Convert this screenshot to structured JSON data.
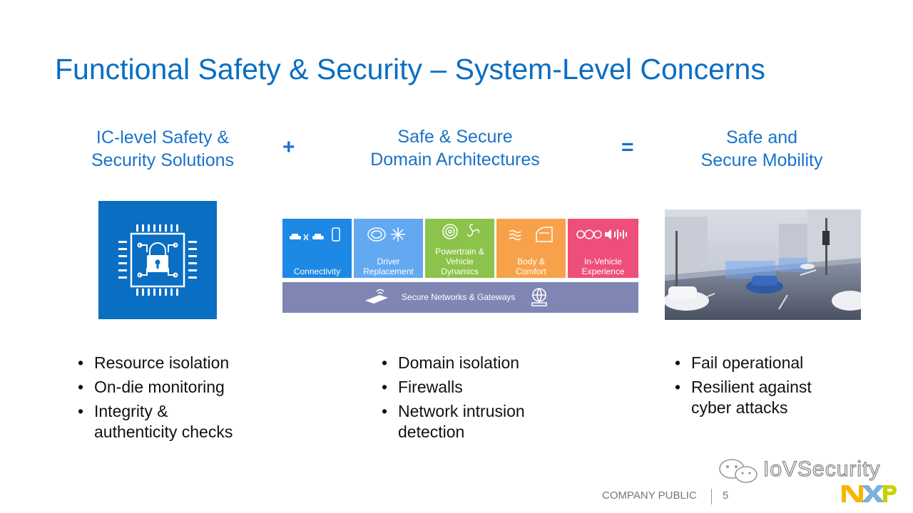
{
  "title": "Functional Safety & Security – System-Level Concerns",
  "columns": [
    {
      "line1": "IC-level Safety &",
      "line2": "Security Solutions",
      "bullets": [
        {
          "l1": "Resource isolation",
          "l2": ""
        },
        {
          "l1": "On-die monitoring",
          "l2": ""
        },
        {
          "l1": "Integrity &",
          "l2": "authenticity checks"
        }
      ]
    },
    {
      "line1": "Safe & Secure",
      "line2": "Domain Architectures",
      "bullets": [
        {
          "l1": "Domain isolation",
          "l2": ""
        },
        {
          "l1": "Firewalls",
          "l2": ""
        },
        {
          "l1": "Network intrusion",
          "l2": "detection"
        }
      ]
    },
    {
      "line1": "Safe and",
      "line2": "Secure Mobility",
      "bullets": [
        {
          "l1": "Fail operational",
          "l2": ""
        },
        {
          "l1": "Resilient against",
          "l2": "cyber attacks"
        }
      ]
    }
  ],
  "operators": {
    "plus": "+",
    "equals": "="
  },
  "domains": [
    {
      "l1": "Connectivity",
      "l2": "",
      "l3": "",
      "color": "#1e88e5",
      "icon": "cars-connectivity-icon"
    },
    {
      "l1": "Driver",
      "l2": "Replacement",
      "l3": "",
      "color": "#63a9f2",
      "icon": "sensor-radar-icon"
    },
    {
      "l1": "Powertrain &",
      "l2": "Vehicle",
      "l3": "Dynamics",
      "color": "#8cc34a",
      "icon": "fan-powertrain-icon"
    },
    {
      "l1": "Body &",
      "l2": "Comfort",
      "l3": "",
      "color": "#f7a24a",
      "icon": "car-door-icon"
    },
    {
      "l1": "In-Vehicle",
      "l2": "Experience",
      "l3": "",
      "color": "#ee4e7a",
      "icon": "audio-infotainment-icon"
    }
  ],
  "network_label": "Secure Networks & Gateways",
  "footer": {
    "classification": "COMPANY PUBLIC",
    "page": "5"
  },
  "watermark": "IoVSecurity",
  "logo": "NXP"
}
